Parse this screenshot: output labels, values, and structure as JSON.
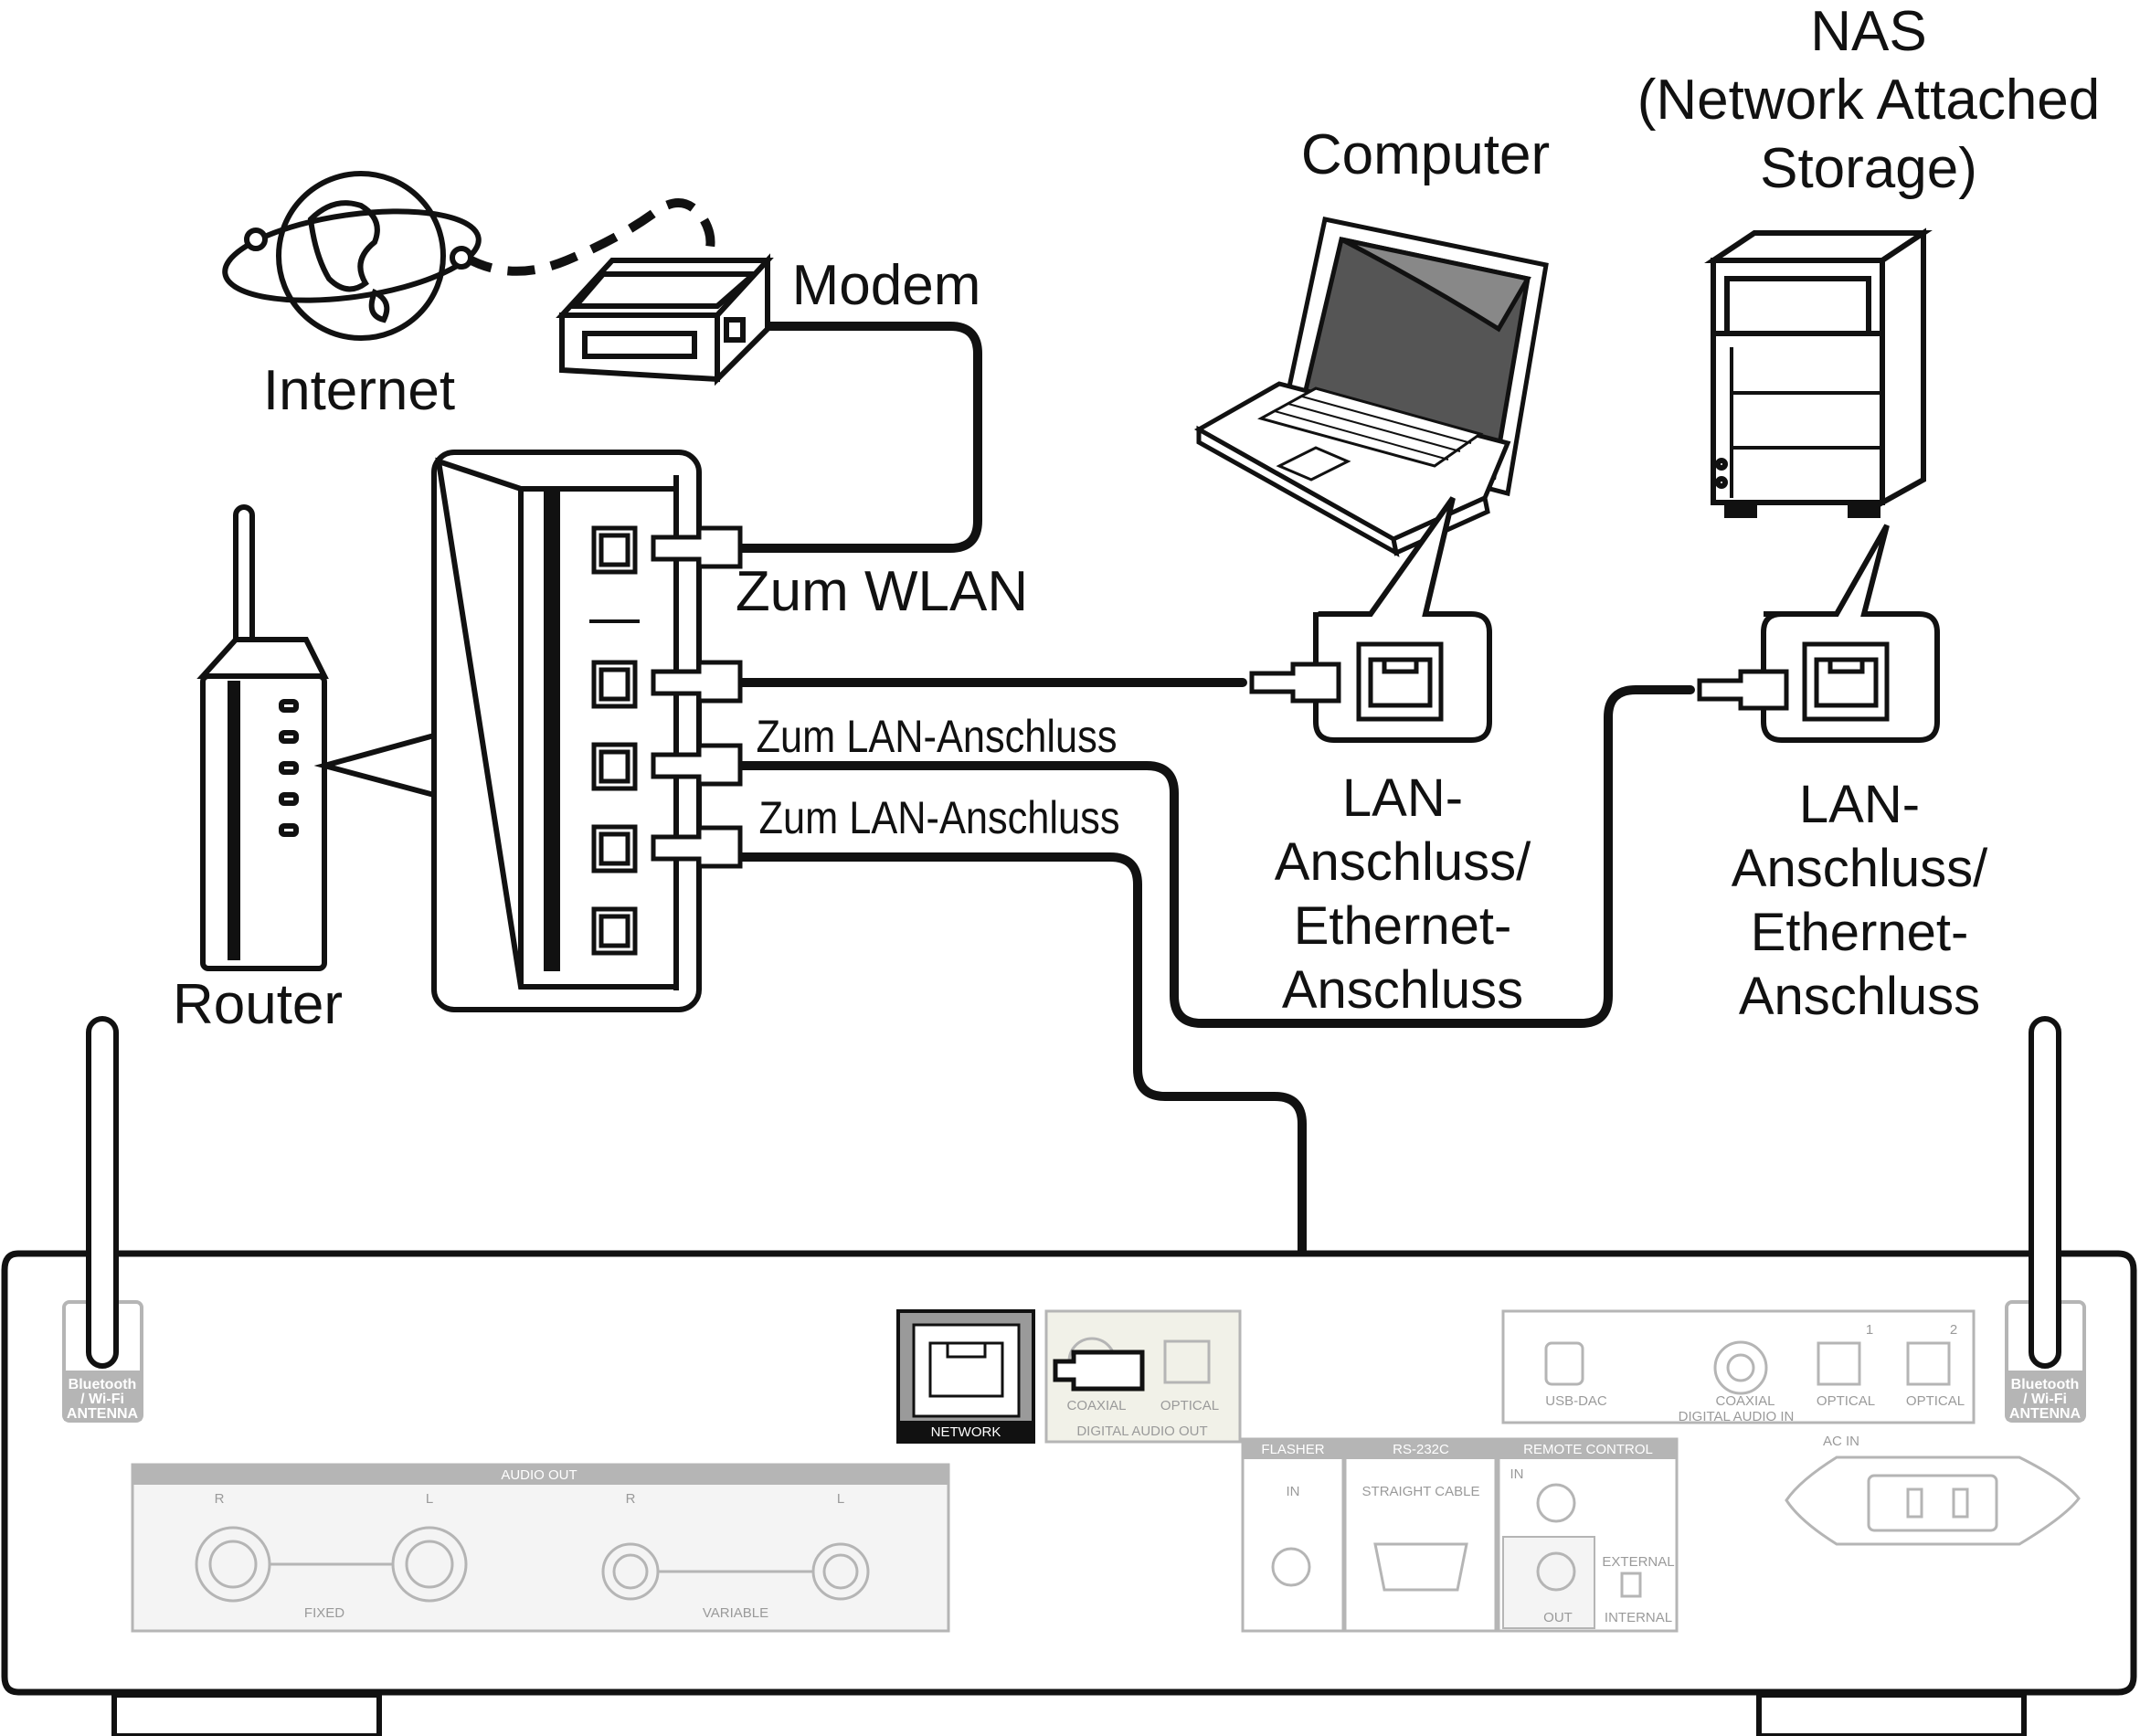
{
  "labels": {
    "internet": "Internet",
    "modem": "Modem",
    "router": "Router",
    "computer": "Computer",
    "nas_line1": "NAS",
    "nas_line2": "(Network Attached",
    "nas_line3": "Storage)",
    "to_wlan": "Zum WLAN",
    "to_lan_1": "Zum LAN-Anschluss",
    "to_lan_2": "Zum LAN-Anschluss",
    "computer_port": [
      "LAN-",
      "Anschluss/",
      "Ethernet-",
      "Anschluss"
    ],
    "nas_port": [
      "LAN-",
      "Anschluss/",
      "Ethernet-",
      "Anschluss"
    ]
  },
  "rear_panel": {
    "antenna_left": [
      "Bluetooth",
      "/ Wi-Fi",
      "ANTENNA"
    ],
    "antenna_right": [
      "Bluetooth",
      "/ Wi-Fi",
      "ANTENNA"
    ],
    "network": "NETWORK",
    "coaxial": "COAXIAL",
    "optical": "OPTICAL",
    "digital_audio_out": "DIGITAL AUDIO OUT",
    "usb_dac": "USB-DAC",
    "coaxial_in": "COAXIAL",
    "optical_1_num": "1",
    "optical_1": "OPTICAL",
    "optical_2_num": "2",
    "optical_2": "OPTICAL",
    "digital_audio_in": "DIGITAL AUDIO IN",
    "ac_in": "AC IN",
    "audio_out": "AUDIO OUT",
    "r1": "R",
    "l1": "L",
    "r2": "R",
    "l2": "L",
    "fixed": "FIXED",
    "variable": "VARIABLE",
    "flasher": "FLASHER",
    "flasher_in": "IN",
    "rs232c": "RS-232C",
    "straight_cable": "STRAIGHT CABLE",
    "remote_control": "REMOTE CONTROL",
    "remote_in": "IN",
    "remote_out": "OUT",
    "external": "EXTERNAL",
    "internal": "INTERNAL"
  },
  "colors": {
    "line": "#111111",
    "panel_gray": "#b5b5b5",
    "network_port": "#9a9a9a"
  }
}
